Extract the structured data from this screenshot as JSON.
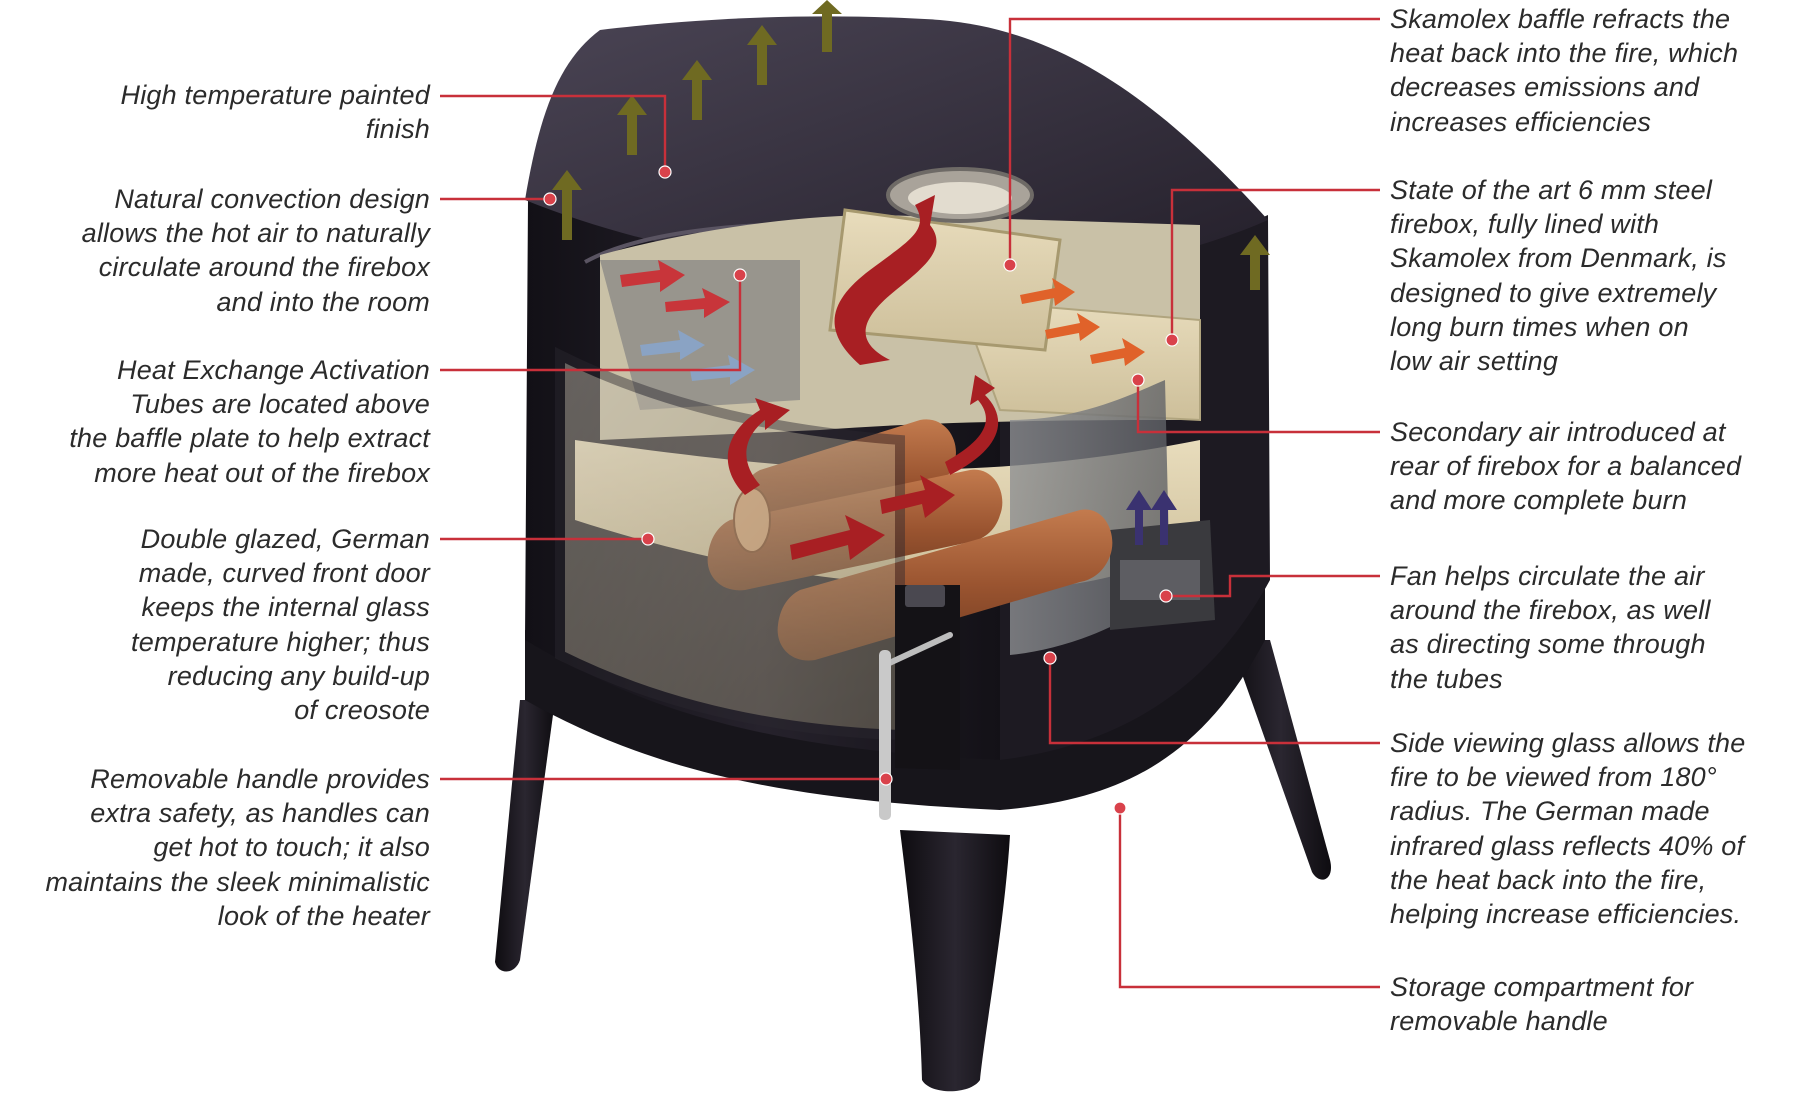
{
  "colors": {
    "leader": "#c8303a",
    "leader_dot": "#d9424b",
    "stove_body": "#1c1a22",
    "stove_top": "#3a3442",
    "heat_arrow": "#a81f23",
    "convection_arrow": "#6f6a22",
    "cool_arrow": "#8aa3c4",
    "fan_arrow": "#3a3270",
    "log": "#a8603a",
    "firebrick": "#dccfae"
  },
  "callouts": {
    "painted": {
      "lines": [
        "High temperature painted",
        "finish"
      ]
    },
    "convection": {
      "lines": [
        "Natural convection design",
        "allows the hot air to naturally",
        "circulate around the firebox",
        "and into the room"
      ]
    },
    "heatx": {
      "lines": [
        "Heat Exchange Activation",
        "Tubes are located above",
        "the baffle plate to help extract",
        "more heat out of the firebox"
      ]
    },
    "glazed": {
      "lines": [
        "Double glazed, German",
        "made, curved front door",
        "keeps the internal glass",
        "temperature higher; thus",
        "reducing any build-up",
        "of creosote"
      ]
    },
    "handle": {
      "lines": [
        "Removable handle provides",
        "extra safety, as handles can",
        "get hot to touch; it also",
        "maintains the sleek minimalistic",
        "look of the heater"
      ]
    },
    "baffle": {
      "lines": [
        "Skamolex baffle refracts the",
        "heat back into the fire, which",
        "decreases emissions and",
        "increases efficiencies"
      ]
    },
    "firebox": {
      "lines": [
        "State of the art 6 mm steel",
        "firebox, fully lined with",
        "Skamolex from Denmark, is",
        "designed to give extremely",
        "long burn times when on",
        "low air setting"
      ]
    },
    "secondary": {
      "lines": [
        "Secondary air introduced at",
        "rear of firebox for a balanced",
        "and more complete burn"
      ]
    },
    "fan": {
      "lines": [
        "Fan helps circulate the air",
        "around the firebox, as well",
        "as directing some through",
        "the tubes"
      ]
    },
    "sideglass": {
      "lines": [
        "Side viewing glass allows the",
        "fire to be viewed from 180°",
        "radius. The German made",
        "infrared glass reflects 40% of",
        "the heat back into the fire,",
        "helping increase efficiencies."
      ]
    },
    "storage": {
      "lines": [
        "Storage compartment for",
        "removable handle"
      ]
    }
  }
}
